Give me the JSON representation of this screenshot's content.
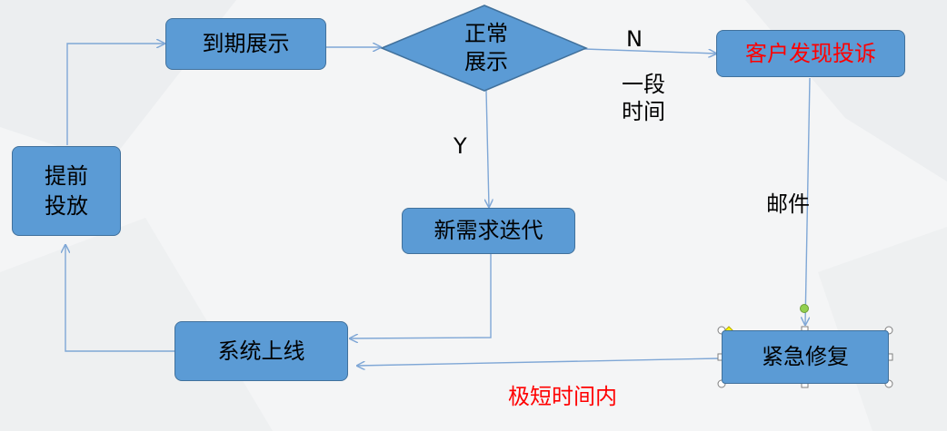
{
  "nodes": {
    "expire_display": "到期展示",
    "normal_line1": "正常",
    "normal_line2": "展示",
    "complaint": "客户发现投诉",
    "early_line1": "提前",
    "early_line2": "投放",
    "new_iteration": "新需求迭代",
    "system_online": "系统上线",
    "emergency_fix": "紧急修复"
  },
  "labels": {
    "no": "N",
    "period_line1": "一段",
    "period_line2": "时间",
    "yes": "Y",
    "email": "邮件",
    "very_short": "极短时间内"
  },
  "colors": {
    "box_fill": "#5b9bd5",
    "box_border": "#41719c",
    "arrow": "#7fa7d6",
    "alert_text": "#ff0000"
  }
}
